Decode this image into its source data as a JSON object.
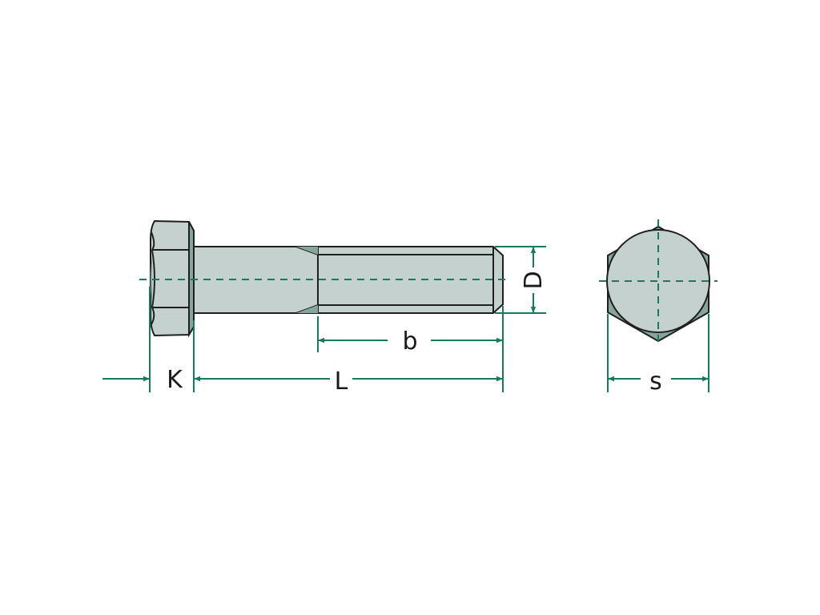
{
  "diagram": {
    "subject": "Hex head bolt dimension drawing",
    "colors": {
      "fill": "#c5d1ce",
      "fill_dark": "#86a59c",
      "outline": "#1f1f1f",
      "dimension": "#177a5e"
    },
    "labels": {
      "head_height": "K",
      "length": "L",
      "thread_length": "b",
      "diameter": "D",
      "width_across_flats": "s"
    }
  }
}
